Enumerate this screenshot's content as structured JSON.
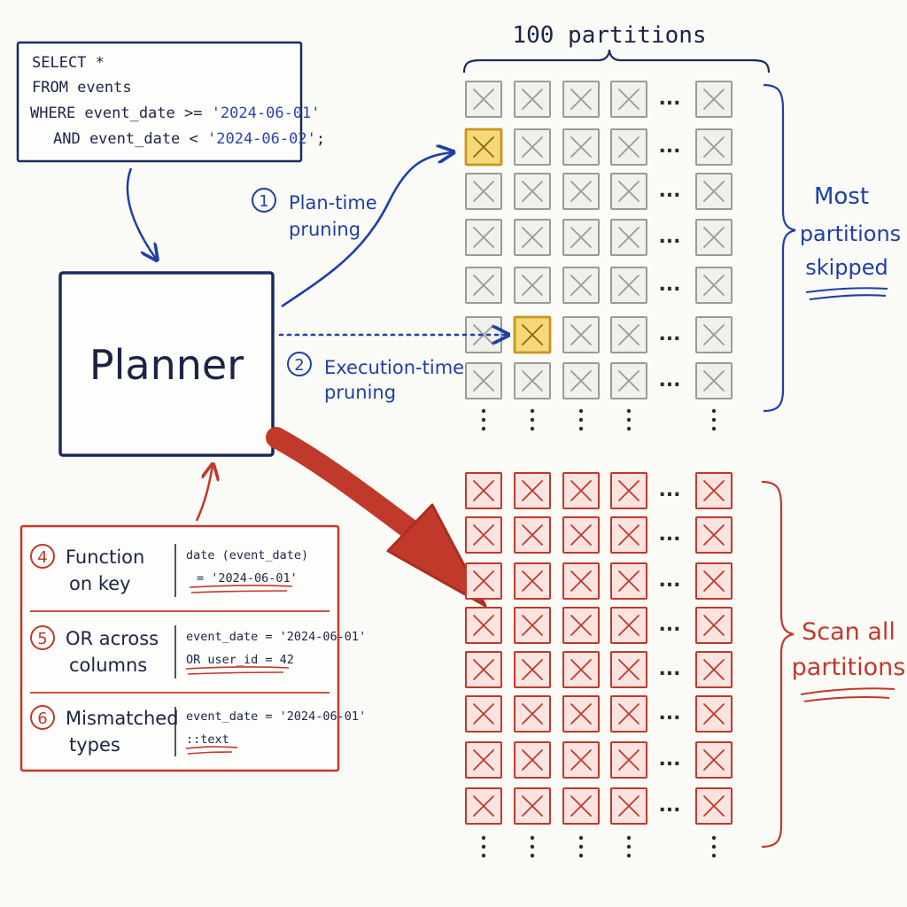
{
  "sql_query": {
    "line1": "SELECT *",
    "line2": "FROM events",
    "line3_code": "WHERE event_date >= ",
    "line3_str": "'2024-06-01'",
    "line4_code": "AND event_date < ",
    "line4_str": "'2024-06-02'",
    "line4_end": ";"
  },
  "planner": {
    "label": "Planner"
  },
  "top_grid": {
    "header": "100 partitions",
    "brace_label": [
      "Most",
      "partitions",
      "skipped"
    ],
    "selected_cells": [
      [
        1,
        0
      ],
      [
        5,
        1
      ]
    ]
  },
  "arrows": {
    "plan_time": {
      "number": "1",
      "line1": "Plan-time",
      "line2": "pruning"
    },
    "execution_time": {
      "number": "2",
      "line1": "Execution-time",
      "line2": "pruning"
    }
  },
  "bottom_grid": {
    "brace_label": [
      "Scan all",
      "partitions"
    ]
  },
  "failure_cases": [
    {
      "number": "4",
      "title": [
        "Function",
        "on key"
      ],
      "code": [
        "date (event_date)",
        "= '2024-06-01'"
      ]
    },
    {
      "number": "5",
      "title": [
        "OR across",
        "columns"
      ],
      "code": [
        "event_date = '2024-06-01'",
        "OR user_id = 42"
      ]
    },
    {
      "number": "6",
      "title": [
        "Mismatched",
        "types"
      ],
      "code": [
        "event_date = '2024-06-01'",
        "::text"
      ]
    }
  ],
  "grid_ellipsis": "...",
  "colors": {
    "navy": "#1c2a5e",
    "blue": "#1f3fa6",
    "red": "#c0392b",
    "gray_cell": "#9a9a9a",
    "highlight_fill": "#f6d77a",
    "highlight_stroke": "#c8961e"
  }
}
